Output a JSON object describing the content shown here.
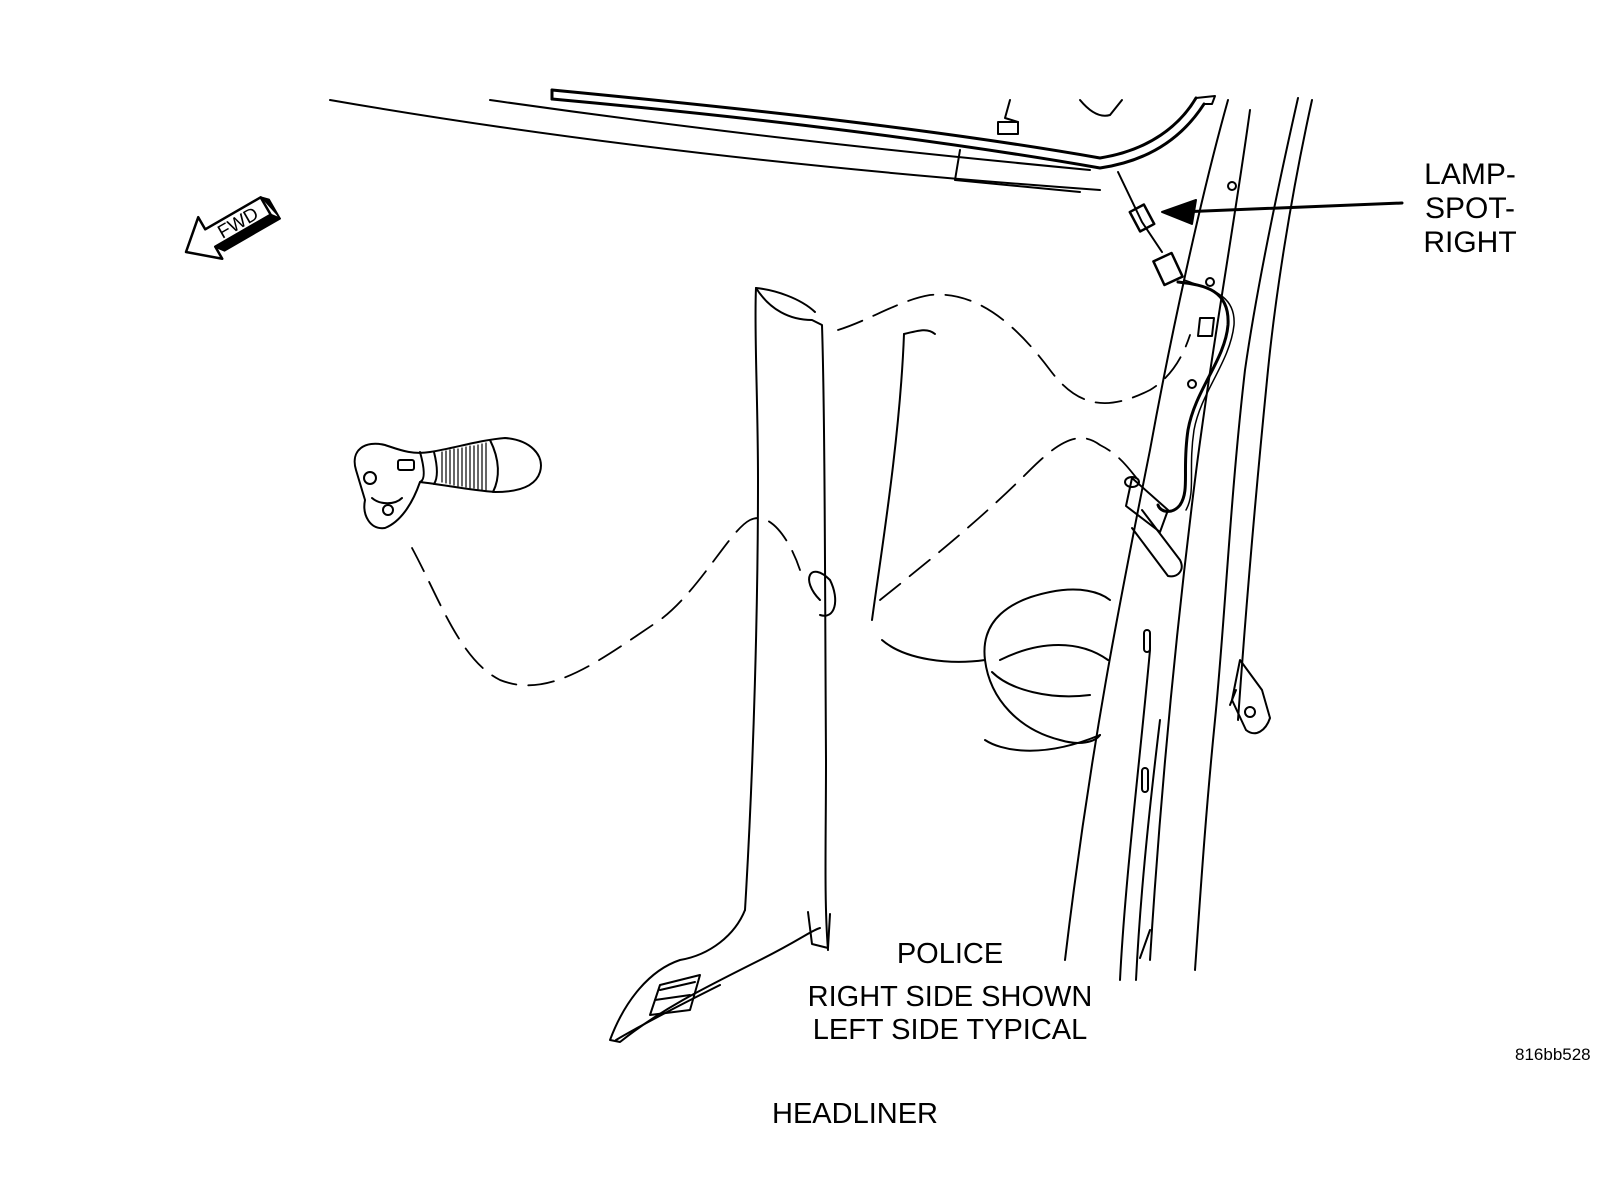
{
  "callout": {
    "lines": [
      "LAMP-",
      "SPOT-",
      "RIGHT"
    ]
  },
  "fwd_arrow": {
    "label": "FWD",
    "icon": "fwd-arrow-icon"
  },
  "notes": {
    "line1": "POLICE",
    "line2": "RIGHT SIDE SHOWN",
    "line3": "LEFT SIDE TYPICAL"
  },
  "figure_code": "816bb528",
  "caption": "HEADLINER",
  "colors": {
    "ink": "#000000",
    "background": "#ffffff"
  }
}
